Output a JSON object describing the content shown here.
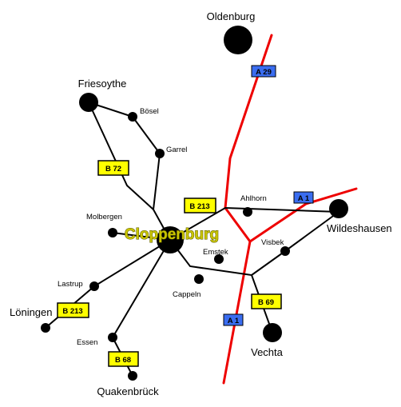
{
  "map": {
    "center_label": "Cloppenburg",
    "places": {
      "oldenburg": "Oldenburg",
      "friesoythe": "Friesoythe",
      "boesel": "Bösel",
      "garrel": "Garrel",
      "ahlhorn": "Ahlhorn",
      "molbergen": "Molbergen",
      "wildeshausen": "Wildeshausen",
      "visbek": "Visbek",
      "emstek": "Emstek",
      "cappeln": "Cappeln",
      "lastrup": "Lastrup",
      "loeningen": "Löningen",
      "essen": "Essen",
      "vechta": "Vechta",
      "quakenbrueck": "Quakenbrück"
    },
    "road_signs": {
      "a29": "A 29",
      "a1_north": "A 1",
      "a1_south": "A 1",
      "b72": "B 72",
      "b213_east": "B 213",
      "b213_west": "B 213",
      "b69": "B 69",
      "b68": "B 68"
    },
    "colors": {
      "autobahn_line": "#ee0000",
      "road_line": "#000000",
      "autobahn_sign": "#3a6df0",
      "bundesstrasse_sign": "#ffff00",
      "city_label_fill": "#c8c400"
    }
  }
}
